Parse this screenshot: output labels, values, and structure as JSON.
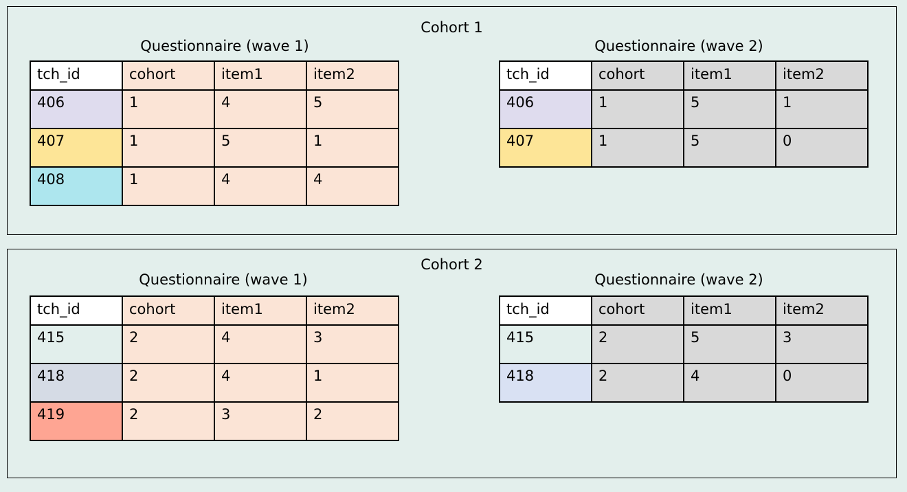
{
  "colors": {
    "background": "#e3efec",
    "wave1_fill": "#fbe4d6",
    "wave2_fill": "#d9d9d9",
    "header_id_fill": "#ffffff"
  },
  "panels": [
    {
      "title": "Cohort 1",
      "tables": [
        {
          "caption": "Questionnaire (wave 1)",
          "headers": [
            "tch_id",
            "cohort",
            "item1",
            "item2"
          ],
          "rows": [
            {
              "cells": [
                "406",
                "1",
                "4",
                "5"
              ],
              "id_color": "#dfdcee"
            },
            {
              "cells": [
                "407",
                "1",
                "5",
                "1"
              ],
              "id_color": "#fde597"
            },
            {
              "cells": [
                "408",
                "1",
                "4",
                "4"
              ],
              "id_color": "#ade6ee"
            }
          ]
        },
        {
          "caption": "Questionnaire (wave 2)",
          "headers": [
            "tch_id",
            "cohort",
            "item1",
            "item2"
          ],
          "rows": [
            {
              "cells": [
                "406",
                "1",
                "5",
                "1"
              ],
              "id_color": "#dfdcee"
            },
            {
              "cells": [
                "407",
                "1",
                "5",
                "0"
              ],
              "id_color": "#fde597"
            }
          ]
        }
      ]
    },
    {
      "title": "Cohort 2",
      "tables": [
        {
          "caption": "Questionnaire (wave 1)",
          "headers": [
            "tch_id",
            "cohort",
            "item1",
            "item2"
          ],
          "rows": [
            {
              "cells": [
                "415",
                "2",
                "4",
                "3"
              ],
              "id_color": "#e2efec"
            },
            {
              "cells": [
                "418",
                "2",
                "4",
                "1"
              ],
              "id_color": "#d5dbe5"
            },
            {
              "cells": [
                "419",
                "2",
                "3",
                "2"
              ],
              "id_color": "#fea593"
            }
          ]
        },
        {
          "caption": "Questionnaire (wave 2)",
          "headers": [
            "tch_id",
            "cohort",
            "item1",
            "item2"
          ],
          "rows": [
            {
              "cells": [
                "415",
                "2",
                "5",
                "3"
              ],
              "id_color": "#e2efec"
            },
            {
              "cells": [
                "418",
                "2",
                "4",
                "0"
              ],
              "id_color": "#d9e1f3"
            }
          ]
        }
      ]
    }
  ]
}
